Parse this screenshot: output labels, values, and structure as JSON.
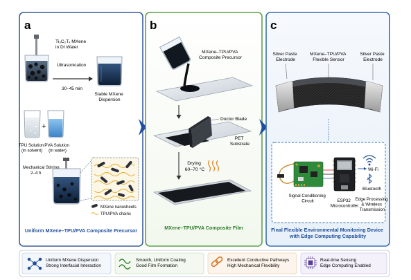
{
  "panel_a": {
    "letter": "a",
    "mxene_label": [
      "Ti₃C₂Tₓ MXene",
      "in DI Water"
    ],
    "ultrasonication": [
      "Ultrasonication",
      "30–45 min"
    ],
    "stable_label": [
      "Stable MXene",
      "Dispersion"
    ],
    "plus": "+",
    "tpu_label": [
      "TPU Solution",
      "(in solvent)"
    ],
    "pva_label": [
      "PVA Solution",
      "(in water)"
    ],
    "stirring_label": [
      "Mechanical Stirring",
      "2–4 h"
    ],
    "legend_nanosheets": "MXene nanosheets",
    "legend_chains": "TPU/PVA chains",
    "caption": "Uniform MXene–TPU/PVA Composite Precursor"
  },
  "panel_b": {
    "letter": "b",
    "precursor_label": [
      "MXene–TPU/PVA",
      "Composite Precursor"
    ],
    "doctor_blade": "Doctor Blade",
    "pet_label": [
      "PET",
      "Substrate"
    ],
    "drying_label": [
      "Drying",
      "60–70 °C"
    ],
    "caption": "MXene–TPU/PVA Composite Film"
  },
  "panel_c": {
    "letter": "c",
    "silver_left": [
      "Silver Paste",
      "Electrode"
    ],
    "sensor_label": [
      "MXene–TPU/PVA",
      "Flexible Sensor"
    ],
    "silver_right": [
      "Silver Paste",
      "Electrode"
    ],
    "wifi": "Wi-Fi",
    "bluetooth": "Bluetooth",
    "signal_label": [
      "Signal Conditioning",
      "Circuit"
    ],
    "esp_label": [
      "ESP32",
      "Microcontroller"
    ],
    "edge_label": [
      "Edge Processing",
      "& Wireless",
      "Transmission"
    ],
    "caption": [
      "Final Flexible Environmental Monitoring Device",
      "with Edge Computing Capability"
    ]
  },
  "features": [
    {
      "icon": "network-icon",
      "lines": [
        "Uniform MXene Dispersion",
        "Strong Interfacial Interaction"
      ]
    },
    {
      "icon": "wave-icon",
      "lines": [
        "Smooth, Uniform Coating",
        "Good Film Formation"
      ]
    },
    {
      "icon": "chain-link-icon",
      "lines": [
        "Excellent Conductive Pathways",
        "High Mechanical Flexibility"
      ]
    },
    {
      "icon": "chip-icon",
      "lines": [
        "Real-time Sensing",
        "Edge Computing Enabled"
      ]
    }
  ],
  "colors": {
    "panel_a_border": "#3b5f9a",
    "panel_b_border": "#5aa34a",
    "panel_c_border": "#3b6fb0",
    "caption_blue": "#1f4f9c",
    "caption_green": "#2f7d2a",
    "arrow": "#1f4f9c"
  }
}
